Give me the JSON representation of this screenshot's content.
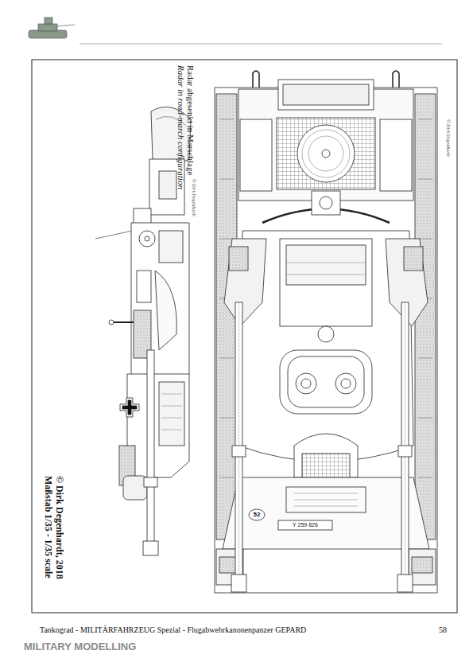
{
  "diagram": {
    "labels": [
      "Radar abgesenkt in Marschlage",
      "Radar in road-march configuration",
      "© Dirk Degenhardt",
      "© Dirk Degenhardt",
      "Maßstab 1/35 - 1/35 scale",
      "© Dirk Degenhardt, 2018",
      "52",
      "Y 259 826",
      "Tankograd - MILITÄRFAHRZEUG Spezial - Flugabwehrkanonenpanzer GEPARD",
      "58",
      "MILITARY MODELLING"
    ]
  }
}
